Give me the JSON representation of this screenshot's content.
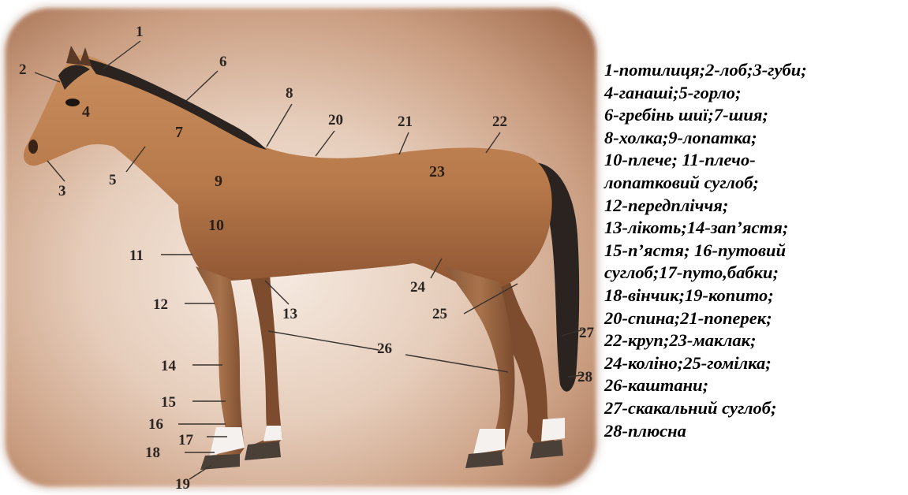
{
  "diagram": {
    "labels": [
      "1",
      "2",
      "3",
      "4",
      "5",
      "6",
      "7",
      "8",
      "9",
      "10",
      "11",
      "12",
      "13",
      "14",
      "15",
      "16",
      "17",
      "18",
      "19",
      "20",
      "21",
      "22",
      "23",
      "24",
      "25",
      "26",
      "27",
      "28"
    ]
  },
  "legend": {
    "lines": [
      "1-потилиця;2-лоб;3-губи;",
      "4-ганаші;5-горло;",
      "6-гребінь шиї;7-шия;",
      "8-холка;9-лопатка;",
      "10-плече; 11-плечо-",
      "лопатковий суглоб;",
      "12-передпліччя;",
      "13-лікоть;14-зап’ястя;",
      "15-п’ястя; 16-путовий",
      "суглоб;17-путо,бабки;",
      "18-вінчик;19-копито;",
      "20-спина;21-поперек;",
      "22-круп;23-маклак;",
      "24-коліно;25-гомілка;",
      "26-каштани;",
      "27-скакальний суглоб;",
      "28-плюсна"
    ]
  },
  "colors": {
    "coat": "#b87a4c",
    "mane_tail": "#2a2320",
    "hoof": "#4a4038",
    "white_marking": "#f4f1ee"
  }
}
